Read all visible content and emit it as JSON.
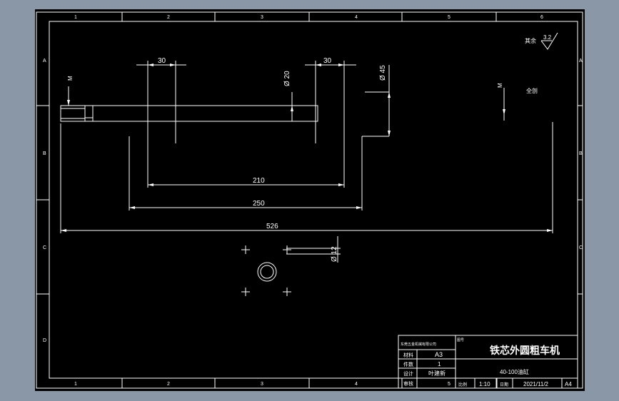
{
  "frame": {
    "col_labels": [
      "1",
      "2",
      "3",
      "4",
      "5",
      "6"
    ],
    "row_labels": [
      "A",
      "B",
      "C",
      "D"
    ]
  },
  "roughness": {
    "label": "其余",
    "value": "3.2"
  },
  "dims": {
    "d30_left": "30",
    "d30_right": "30",
    "d20": "Ø 20",
    "d45": "Ø 45",
    "d210": "210",
    "d250": "250",
    "d526": "526",
    "d12": "Ø 12",
    "m_left": "M",
    "m_right": "M",
    "chuck_label": "全剖"
  },
  "title_block": {
    "company": "东莞五金机械有限公司",
    "title": "铁芯外圆粗车机",
    "subtitle": "40-100油缸",
    "material_label": "材料",
    "material_value": "A3",
    "qty_label": "件数",
    "qty_value": "1",
    "designer_label": "设计",
    "designer_value": "叶建新",
    "checker_label": "审核",
    "drawing_no_label": "图号",
    "drawing_no_value": "",
    "scale_label": "比例",
    "scale_value": "1:10",
    "date_label": "日期",
    "date_value": "2021/11/2",
    "sheet_size": "A4"
  }
}
